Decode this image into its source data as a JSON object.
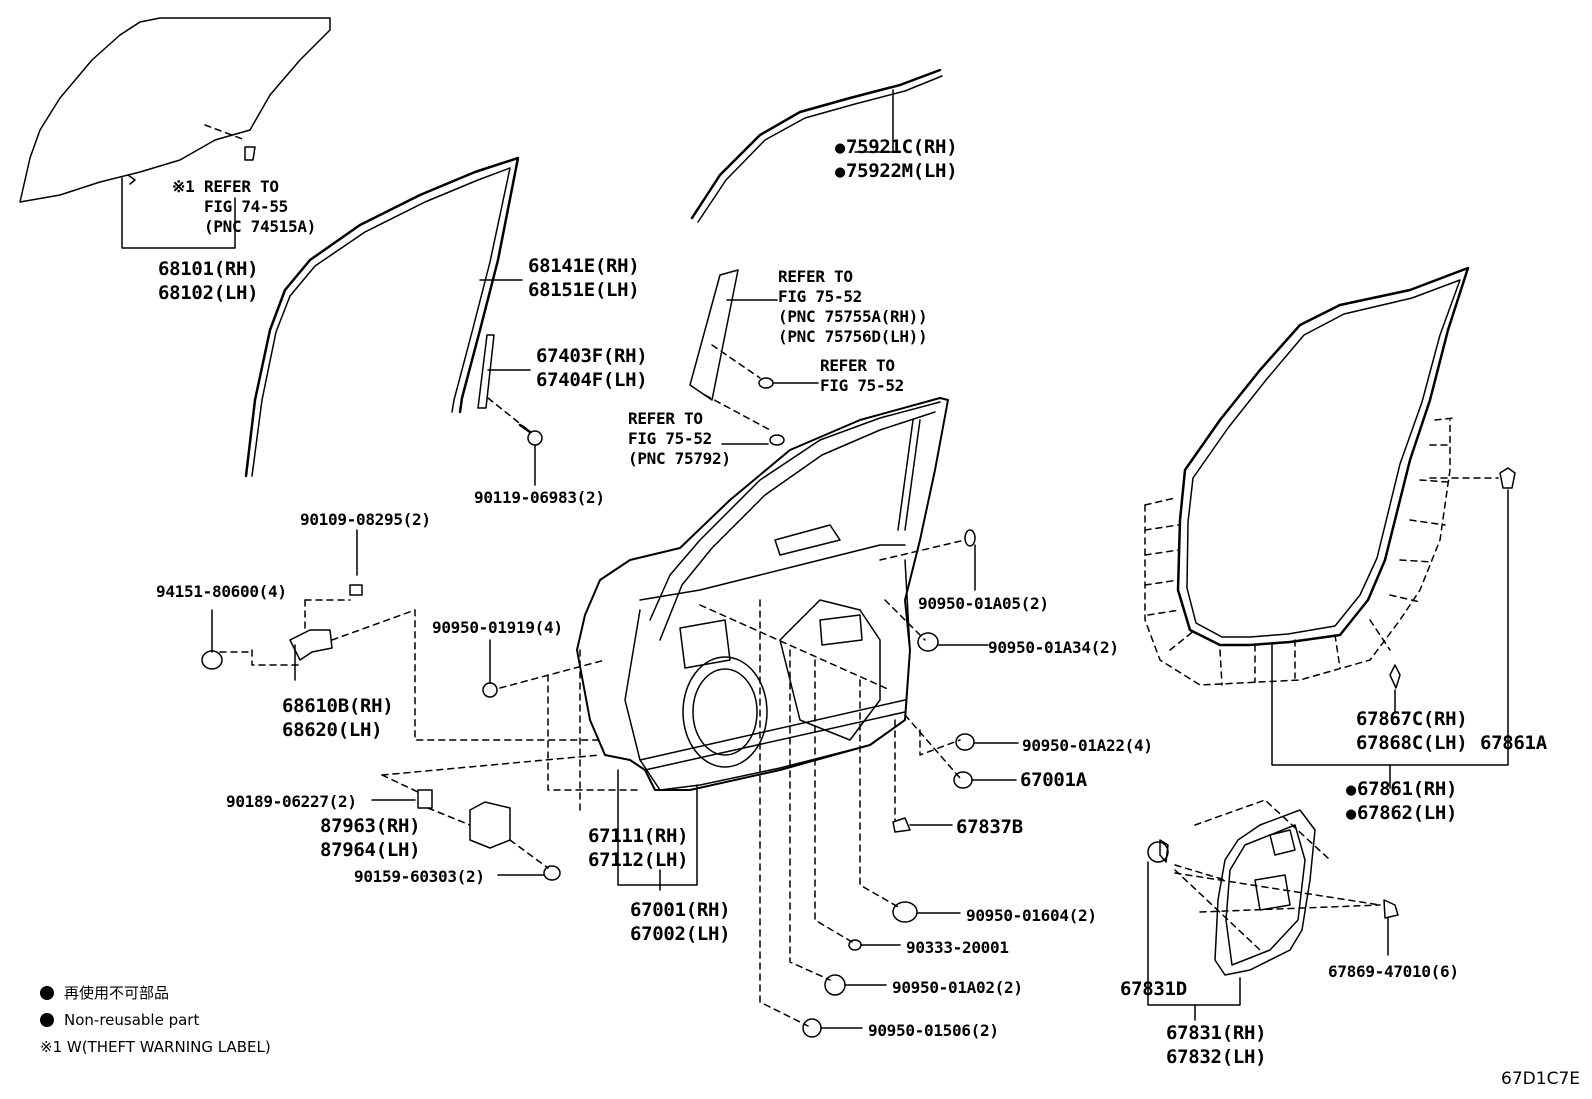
{
  "labels": {
    "p68101": "68101(RH)",
    "p68102": "68102(LH)",
    "ref1_mark": "※1",
    "ref1_l1": "REFER TO",
    "ref1_l2": "FIG 74-55",
    "ref1_l3": "(PNC 74515A)",
    "p68141E": "68141E(RH)",
    "p68151E": "68151E(LH)",
    "p67403F": "67403F(RH)",
    "p67404F": "67404F(LH)",
    "p90119": "90119-06983(2)",
    "p75921C": "75921C(RH)",
    "p75922M": "75922M(LH)",
    "ref2_l1": "REFER TO",
    "ref2_l2": "FIG 75-52",
    "ref2_l3": "(PNC 75755A(RH))",
    "ref2_l4": "(PNC 75756D(LH))",
    "ref3_l1": "REFER TO",
    "ref3_l2": "FIG 75-52",
    "ref4_l1": "REFER TO",
    "ref4_l2": "FIG 75-52",
    "ref4_l3": "(PNC 75792)",
    "p90109": "90109-08295(2)",
    "p94151": "94151-80600(4)",
    "p68610B": "68610B(RH)",
    "p68620": "68620(LH)",
    "p90950_01919": "90950-01919(4)",
    "p90950_01A05": "90950-01A05(2)",
    "p90950_01A34": "90950-01A34(2)",
    "p90950_01A22": "90950-01A22(4)",
    "p67001A": "67001A",
    "p67837B": "67837B",
    "p90189": "90189-06227(2)",
    "p87963": "87963(RH)",
    "p87964": "87964(LH)",
    "p90159": "90159-60303(2)",
    "p67111": "67111(RH)",
    "p67112": "67112(LH)",
    "p67001": "67001(RH)",
    "p67002": "67002(LH)",
    "p90950_01604": "90950-01604(2)",
    "p90333": "90333-20001",
    "p90950_01A02": "90950-01A02(2)",
    "p90950_01506": "90950-01506(2)",
    "p67867C": "67867C(RH)",
    "p67868C": "67868C(LH)",
    "p67861A": "67861A",
    "p67861": "67861(RH)",
    "p67862": "67862(LH)",
    "p67831D": "67831D",
    "p67831": "67831(RH)",
    "p67832": "67832(LH)",
    "p67869": "67869-47010(6)"
  },
  "legend": {
    "jp": "再使用不可部品",
    "en": "Non-reusable part",
    "note": "※1 W(THEFT WARNING LABEL)"
  },
  "diagram_code": "67D1C7E",
  "icons": {
    "bullet": "filled-circle-icon"
  }
}
